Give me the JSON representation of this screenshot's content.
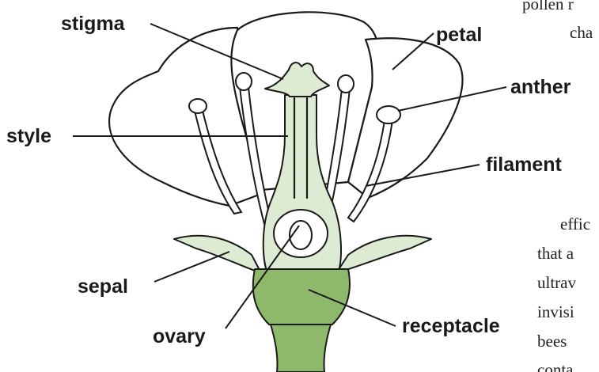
{
  "labels": {
    "stigma": "stigma",
    "petal": "petal",
    "anther": "anther",
    "style": "style",
    "filament": "filament",
    "sepal": "sepal",
    "ovary": "ovary",
    "receptacle": "receptacle"
  },
  "background_text": {
    "line1": "pollen r",
    "line2": "cha",
    "line3": "effic",
    "line4": "that a",
    "line5": "ultrav",
    "line6": "invisi",
    "line7": "bees",
    "line8": "conta"
  },
  "colors": {
    "pale_green": "#dcebd2",
    "mid_green": "#8fb96a",
    "outline": "#1a1a1a"
  }
}
